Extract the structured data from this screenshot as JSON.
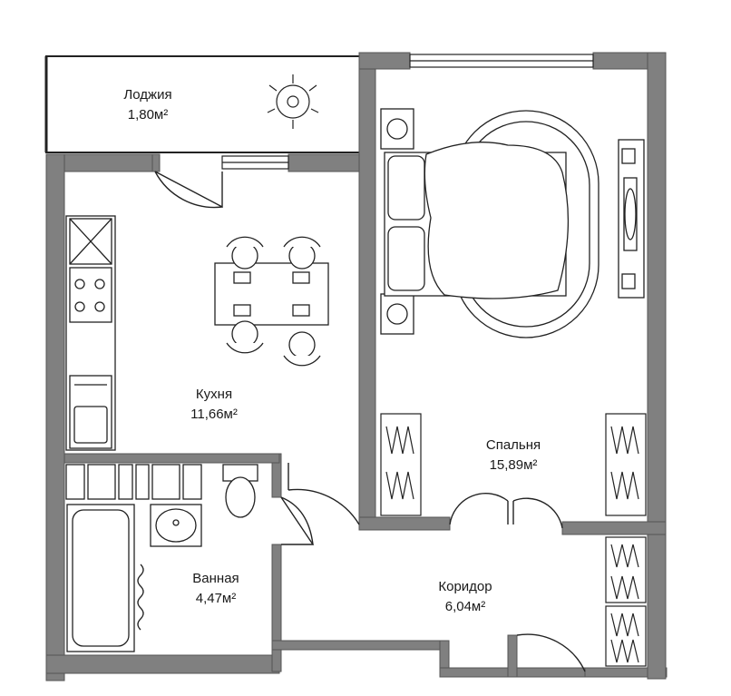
{
  "colors": {
    "wall": "#808080",
    "line": "#222222",
    "background": "#ffffff"
  },
  "rooms": {
    "loggia": {
      "name": "Лоджия",
      "area": "1,80м²"
    },
    "kitchen": {
      "name": "Кухня",
      "area": "11,66м²"
    },
    "bedroom": {
      "name": "Спальня",
      "area": "15,89м²"
    },
    "bathroom": {
      "name": "Ванная",
      "area": "4,47м²"
    },
    "corridor": {
      "name": "Коридор",
      "area": "6,04м²"
    }
  }
}
